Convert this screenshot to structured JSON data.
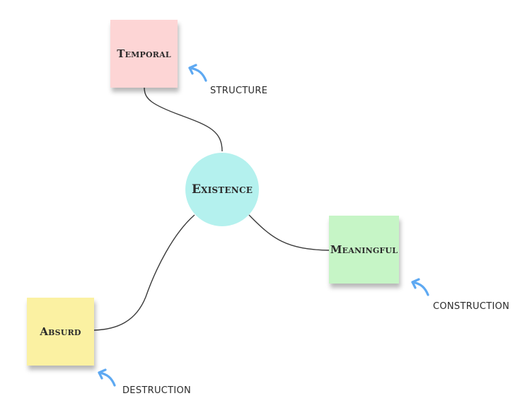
{
  "diagram": {
    "center": {
      "label": "Existence",
      "color": "#b4f1ee"
    },
    "notes": [
      {
        "id": "temporal",
        "label": "Temporal",
        "color": "#fdd5d5"
      },
      {
        "id": "meaningful",
        "label": "Meaningful",
        "color": "#c6f5c6"
      },
      {
        "id": "absurd",
        "label": "Absurd",
        "color": "#fbf1a2"
      }
    ],
    "annotations": [
      {
        "id": "structure",
        "text": "STRUCTURE"
      },
      {
        "id": "construction",
        "text": "CONSTRUCTION"
      },
      {
        "id": "destruction",
        "text": "DESTRUCTION"
      }
    ],
    "connector_color": "#3a3a3a",
    "arrow_color": "#5ea9f2"
  }
}
